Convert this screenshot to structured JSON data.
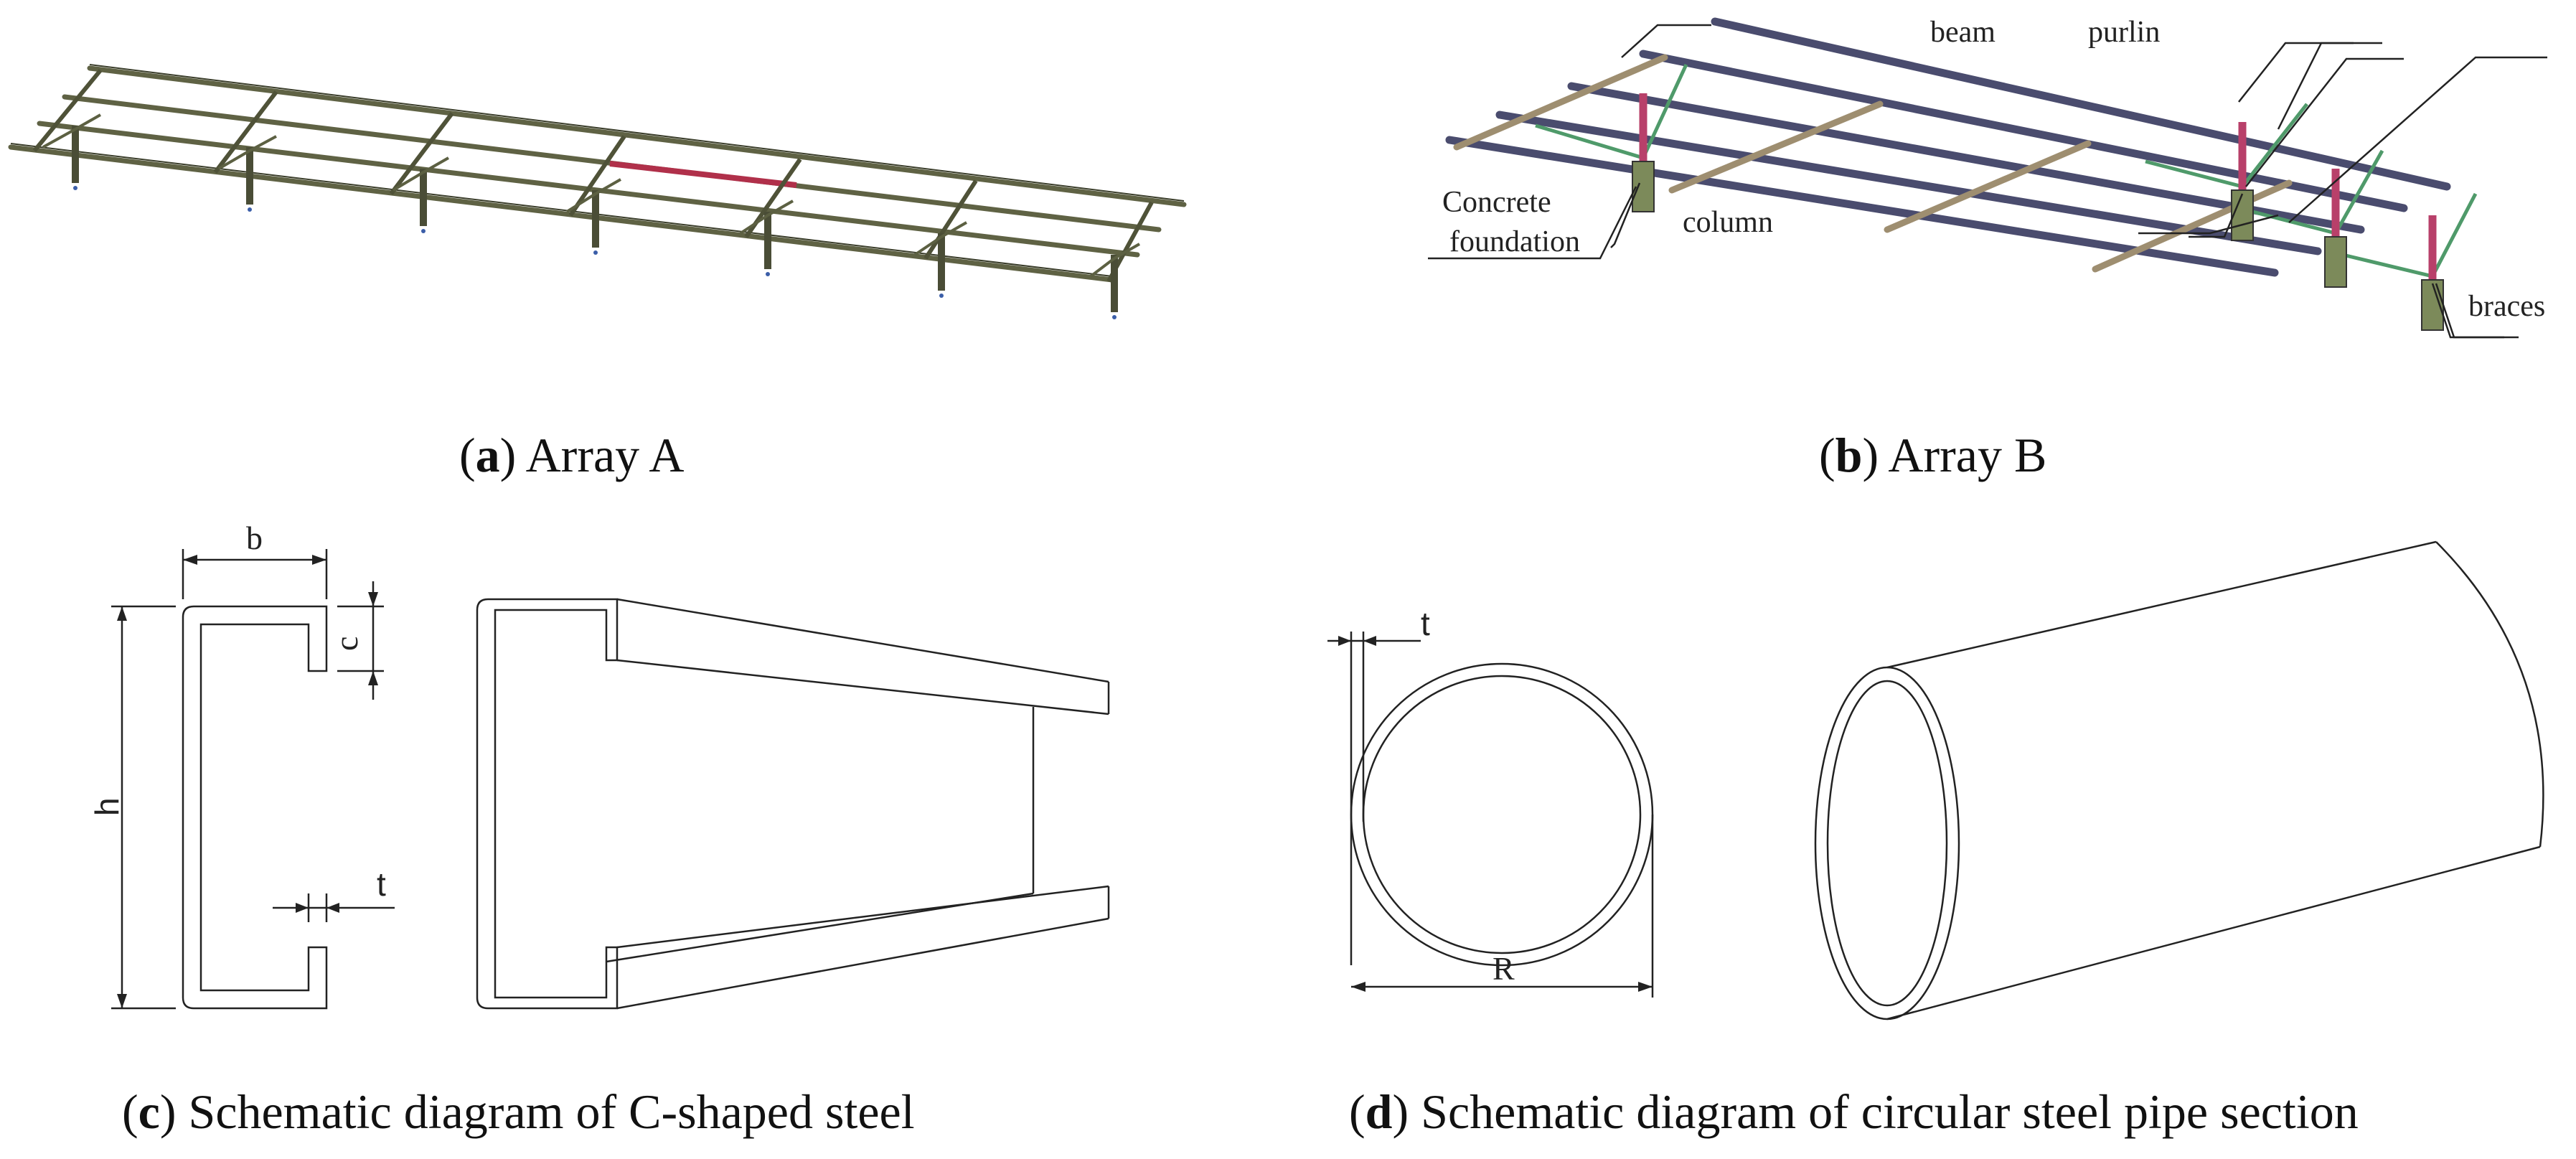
{
  "panels": {
    "a": {
      "tag": "a",
      "caption": "Array A"
    },
    "b": {
      "tag": "b",
      "caption": "Array B",
      "labels": {
        "beam": "beam",
        "purlin": "purlin",
        "concrete": "Concrete",
        "foundation": "foundation",
        "column": "column",
        "braces": "braces"
      }
    },
    "c": {
      "tag": "c",
      "caption": "Schematic diagram of C-shaped steel",
      "dims": {
        "b": "b",
        "c": "c",
        "h": "h",
        "t": "t"
      }
    },
    "d": {
      "tag": "d",
      "caption": "Schematic diagram of circular steel pipe section",
      "dims": {
        "t": "t",
        "R": "R"
      }
    }
  },
  "colors": {
    "frame_a": "#6b6e4c",
    "frame_b": "#4a4c6e",
    "highlight_beam": "#b0304a",
    "column_b": "#b8406a",
    "brace_b": "#4f9a6a",
    "foundation": "#7c8a5a",
    "line": "#222222"
  }
}
